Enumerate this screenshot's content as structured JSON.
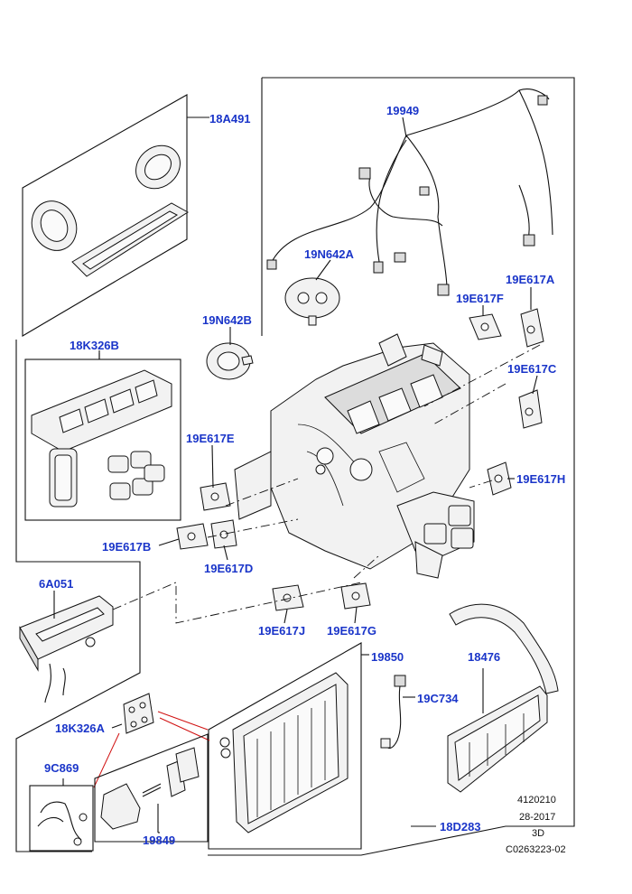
{
  "callouts": {
    "c18A491": "18A491",
    "c19949": "19949",
    "c19N642A": "19N642A",
    "c19E617A": "19E617A",
    "c19E617F": "19E617F",
    "c19N642B": "19N642B",
    "c18K326B": "18K326B",
    "c19E617C": "19E617C",
    "c19E617E": "19E617E",
    "c19E617H": "19E617H",
    "c19E617B": "19E617B",
    "c19E617D": "19E617D",
    "c6A051": "6A051",
    "c19E617J": "19E617J",
    "c19E617G": "19E617G",
    "c19850": "19850",
    "c18476": "18476",
    "c19C734": "19C734",
    "c18K326A": "18K326A",
    "c9C869": "9C869",
    "c19849": "19849",
    "c18D283": "18D283"
  },
  "footer": {
    "line1": "4120210",
    "line2": "28-2017",
    "line3": "3D",
    "line4": "C0263223-02"
  },
  "colors": {
    "callout": "#1a35c9",
    "linework": "#111111",
    "leader_red": "#d01010"
  }
}
